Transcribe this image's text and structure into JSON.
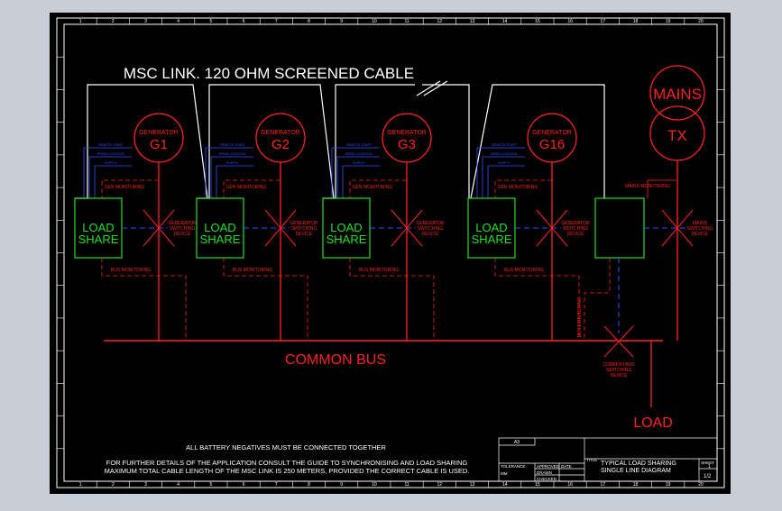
{
  "colors": {
    "background": "#000000",
    "border": "#ffffff",
    "power": "#ff2020",
    "control": "#ffffff",
    "signal": "#3050ff",
    "loadshare": "#20e020",
    "bus": "#ff2020",
    "chrome": "#c9ced6"
  },
  "frame": {
    "col_numbers": [
      "1",
      "2",
      "3",
      "4",
      "5",
      "6",
      "7",
      "8",
      "9",
      "10",
      "11",
      "12",
      "13",
      "14",
      "15",
      "16",
      "17",
      "18",
      "19",
      "20"
    ]
  },
  "diagram": {
    "link_title": "MSC LINK. 120 OHM SCREENED CABLE",
    "generators": [
      {
        "line1": "GENERATOR",
        "line2": "G1"
      },
      {
        "line1": "GENERATOR",
        "line2": "G2"
      },
      {
        "line1": "GENERATOR",
        "line2": "G3"
      },
      {
        "line1": "GENERATOR",
        "line2": "G16"
      }
    ],
    "mains": {
      "top": "MAINS",
      "bottom": "TX",
      "monitoring": "MAINS MONITORING",
      "switch_line1": "MAINS",
      "switch_line2": "SWITCHING",
      "switch_line3": "DEVICE"
    },
    "loadshare": {
      "line1": "LOAD",
      "line2": "SHARE"
    },
    "gen_monitoring": "GEN MONITORING",
    "bus_monitoring": "BUS MONITORING",
    "gen_switch": {
      "line1": "GENERATOR",
      "line2": "SWITCHING",
      "line3": "DEVICE"
    },
    "signal_labels": [
      "REMOTE START",
      "SPEED CONTROL",
      "SUPPLY"
    ],
    "common_bus": "COMMON BUS",
    "common_switch": {
      "line1": "COMMON BUS",
      "line2": "SWITCHING",
      "line3": "DEVICE"
    },
    "load": "LOAD",
    "bus_monitoring_vertical": "BUS MONITORING"
  },
  "notes": {
    "battery": "ALL BATTERY NEGATIVES MUST BE CONNECTED TOGETHER",
    "details": "FOR FURTHER DETAILS OF THE APPLICATION CONSULT THE GUIDE TO SYNCHRONISING AND LOAD SHARING",
    "cable": "MAXIMUM TOTAL CABLE LENGTH OF THE MSC LINK IS 250 METERS, PROVIDED THE CORRECT CABLE IS USED."
  },
  "title_block": {
    "title_line1": "TYPICAL LOAD SHARING",
    "title_line2": "SINGLE LINE DIAGRAM",
    "title_tag": "TITLE",
    "sheet_tag": "SHEET",
    "sheet_no": "1",
    "sheet_of": "1/2",
    "size_cell": "A3",
    "cells": [
      "APPROVED",
      "DATE",
      "DRAWN",
      "CHECKED"
    ],
    "tolerance": "TOLERANCE",
    "dim": "MM"
  }
}
